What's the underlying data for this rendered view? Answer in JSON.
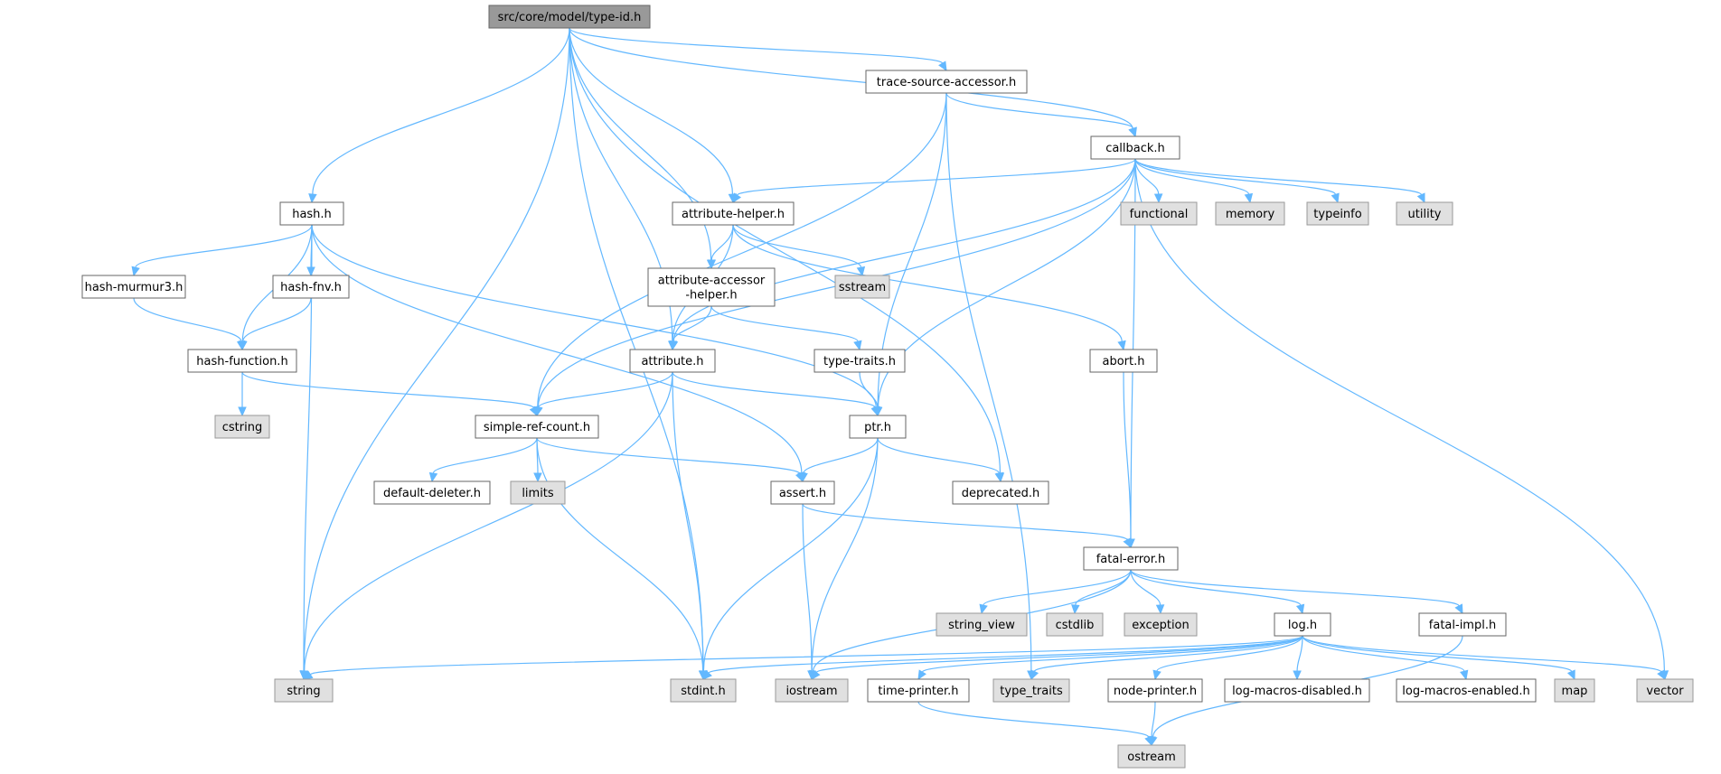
{
  "colors": {
    "edge": "#63b8ff",
    "documented_fill": "#ffffff",
    "system_fill": "#e0e0e0",
    "root_fill": "#999999",
    "border": "#666666"
  },
  "nodes": [
    {
      "id": "root",
      "label": "src/core/model/type-id.h",
      "kind": "root"
    },
    {
      "id": "tsa",
      "label": "trace-source-accessor.h",
      "kind": "doc"
    },
    {
      "id": "callback",
      "label": "callback.h",
      "kind": "doc"
    },
    {
      "id": "hash",
      "label": "hash.h",
      "kind": "doc"
    },
    {
      "id": "ahelper",
      "label": "attribute-helper.h",
      "kind": "doc"
    },
    {
      "id": "functional",
      "label": "functional",
      "kind": "sys"
    },
    {
      "id": "memory",
      "label": "memory",
      "kind": "sys"
    },
    {
      "id": "typeinfo",
      "label": "typeinfo",
      "kind": "sys"
    },
    {
      "id": "utility",
      "label": "utility",
      "kind": "sys"
    },
    {
      "id": "murmur",
      "label": "hash-murmur3.h",
      "kind": "doc"
    },
    {
      "id": "fnv",
      "label": "hash-fnv.h",
      "kind": "doc"
    },
    {
      "id": "aah",
      "label": [
        "attribute-accessor",
        "-helper.h"
      ],
      "kind": "doc"
    },
    {
      "id": "sstream",
      "label": "sstream",
      "kind": "sys"
    },
    {
      "id": "hashfn",
      "label": "hash-function.h",
      "kind": "doc"
    },
    {
      "id": "attr",
      "label": "attribute.h",
      "kind": "doc"
    },
    {
      "id": "ttraits",
      "label": "type-traits.h",
      "kind": "doc"
    },
    {
      "id": "abort",
      "label": "abort.h",
      "kind": "doc"
    },
    {
      "id": "cstring",
      "label": "cstring",
      "kind": "sys"
    },
    {
      "id": "src",
      "label": "simple-ref-count.h",
      "kind": "doc"
    },
    {
      "id": "ptr",
      "label": "ptr.h",
      "kind": "doc"
    },
    {
      "id": "dd",
      "label": "default-deleter.h",
      "kind": "doc"
    },
    {
      "id": "limits",
      "label": "limits",
      "kind": "sys"
    },
    {
      "id": "assert",
      "label": "assert.h",
      "kind": "doc"
    },
    {
      "id": "deprecated",
      "label": "deprecated.h",
      "kind": "doc"
    },
    {
      "id": "fatal",
      "label": "fatal-error.h",
      "kind": "doc"
    },
    {
      "id": "sview",
      "label": "string_view",
      "kind": "sys"
    },
    {
      "id": "cstdlib",
      "label": "cstdlib",
      "kind": "sys"
    },
    {
      "id": "exception",
      "label": "exception",
      "kind": "sys"
    },
    {
      "id": "log",
      "label": "log.h",
      "kind": "doc"
    },
    {
      "id": "fimpl",
      "label": "fatal-impl.h",
      "kind": "doc"
    },
    {
      "id": "string",
      "label": "string",
      "kind": "sys"
    },
    {
      "id": "stdint",
      "label": "stdint.h",
      "kind": "sys"
    },
    {
      "id": "iostream",
      "label": "iostream",
      "kind": "sys"
    },
    {
      "id": "tprinter",
      "label": "time-printer.h",
      "kind": "doc"
    },
    {
      "id": "typetraits",
      "label": "type_traits",
      "kind": "sys"
    },
    {
      "id": "nprinter",
      "label": "node-printer.h",
      "kind": "doc"
    },
    {
      "id": "lmd",
      "label": "log-macros-disabled.h",
      "kind": "doc"
    },
    {
      "id": "lme",
      "label": "log-macros-enabled.h",
      "kind": "doc"
    },
    {
      "id": "map",
      "label": "map",
      "kind": "sys"
    },
    {
      "id": "vector",
      "label": "vector",
      "kind": "sys"
    },
    {
      "id": "ostream",
      "label": "ostream",
      "kind": "sys"
    }
  ],
  "edges": [
    [
      "root",
      "tsa"
    ],
    [
      "root",
      "callback"
    ],
    [
      "root",
      "hash"
    ],
    [
      "root",
      "ahelper"
    ],
    [
      "root",
      "aah"
    ],
    [
      "root",
      "attr"
    ],
    [
      "root",
      "deprecated"
    ],
    [
      "root",
      "string"
    ],
    [
      "root",
      "stdint"
    ],
    [
      "tsa",
      "callback"
    ],
    [
      "tsa",
      "src"
    ],
    [
      "tsa",
      "ptr"
    ],
    [
      "tsa",
      "typetraits"
    ],
    [
      "callback",
      "ahelper"
    ],
    [
      "callback",
      "functional"
    ],
    [
      "callback",
      "memory"
    ],
    [
      "callback",
      "typeinfo"
    ],
    [
      "callback",
      "utility"
    ],
    [
      "callback",
      "vector"
    ],
    [
      "callback",
      "attr"
    ],
    [
      "callback",
      "src"
    ],
    [
      "callback",
      "ptr"
    ],
    [
      "callback",
      "fatal"
    ],
    [
      "hash",
      "murmur"
    ],
    [
      "hash",
      "fnv"
    ],
    [
      "hash",
      "hashfn"
    ],
    [
      "hash",
      "assert"
    ],
    [
      "hash",
      "ptr"
    ],
    [
      "hash",
      "string"
    ],
    [
      "murmur",
      "hashfn"
    ],
    [
      "fnv",
      "hashfn"
    ],
    [
      "hashfn",
      "cstring"
    ],
    [
      "hashfn",
      "src"
    ],
    [
      "ahelper",
      "aah"
    ],
    [
      "ahelper",
      "sstream"
    ],
    [
      "ahelper",
      "attr"
    ],
    [
      "ahelper",
      "abort"
    ],
    [
      "aah",
      "attr"
    ],
    [
      "aah",
      "ttraits"
    ],
    [
      "attr",
      "src"
    ],
    [
      "attr",
      "ptr"
    ],
    [
      "attr",
      "string"
    ],
    [
      "attr",
      "stdint"
    ],
    [
      "ttraits",
      "ptr"
    ],
    [
      "abort",
      "fatal"
    ],
    [
      "src",
      "dd"
    ],
    [
      "src",
      "limits"
    ],
    [
      "src",
      "assert"
    ],
    [
      "src",
      "stdint"
    ],
    [
      "ptr",
      "assert"
    ],
    [
      "ptr",
      "deprecated"
    ],
    [
      "ptr",
      "stdint"
    ],
    [
      "ptr",
      "iostream"
    ],
    [
      "assert",
      "fatal"
    ],
    [
      "assert",
      "iostream"
    ],
    [
      "fatal",
      "sview"
    ],
    [
      "fatal",
      "cstdlib"
    ],
    [
      "fatal",
      "exception"
    ],
    [
      "fatal",
      "log"
    ],
    [
      "fatal",
      "fimpl"
    ],
    [
      "fatal",
      "iostream"
    ],
    [
      "fimpl",
      "ostream"
    ],
    [
      "log",
      "string"
    ],
    [
      "log",
      "stdint"
    ],
    [
      "log",
      "iostream"
    ],
    [
      "log",
      "tprinter"
    ],
    [
      "log",
      "typetraits"
    ],
    [
      "log",
      "nprinter"
    ],
    [
      "log",
      "lmd"
    ],
    [
      "log",
      "lme"
    ],
    [
      "log",
      "map"
    ],
    [
      "log",
      "vector"
    ],
    [
      "tprinter",
      "ostream"
    ],
    [
      "nprinter",
      "ostream"
    ]
  ]
}
